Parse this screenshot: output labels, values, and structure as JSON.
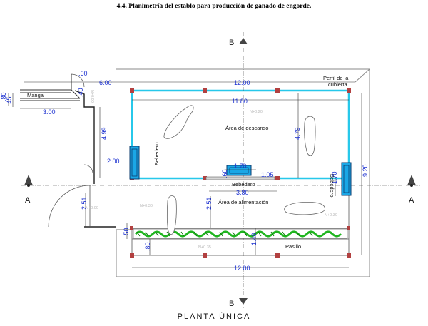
{
  "title": "4.4. Planimetría del establo para producción de ganado de engorde.",
  "footer": "PLANTA ÚNICA",
  "section_marks": {
    "a_left": "A",
    "a_right": "A",
    "b_top": "B",
    "b_bottom": "B"
  },
  "rooms": {
    "descanso": "Área de descanso",
    "alimentacion": "Área de alimentación",
    "pasillo": "Pasillo",
    "manga": "Manga",
    "bebedero_left": "Bebedero",
    "bebedero_center": "Bebedero",
    "bebedero_right": "Bebedero"
  },
  "notes": {
    "perfil_line1": "Perfil de la",
    "perfil_line2": "cubierta"
  },
  "levels": {
    "descanso": "N+0.20",
    "alimentacion": "N+0.30",
    "pasillo": "N+0.35",
    "manga": "N+0.00",
    "entrada": "N+0.00",
    "right": "N+0.30"
  },
  "dimensions": {
    "top_outer": "12.00",
    "top_inner": "11.80",
    "bottom_outer": "12.00",
    "manga_width": "6.00",
    "door_top": ".60",
    "manga_h1": ".80",
    "manga_h2": ".45",
    "manga_depth": "3.00",
    "manga_gap": ".40",
    "left_wall": "4.99",
    "bebedero_w": "2.00",
    "rest_height": "4.79",
    "total_height": "9.20",
    "feed_w": "1.70",
    "feed_h": ".60",
    "feed_side": "1.05",
    "feed_base": "3.80",
    "right_drink": "1.70",
    "feed_depth": "2.51",
    "entry_depth": "2.51",
    "trough_gap": ".50",
    "corridor_a": ".80",
    "corridor_b": "1.40"
  },
  "colors": {
    "dimension": "#1a2fd0",
    "wall_cyan": "#27c8ea",
    "pillar": "#b24040",
    "vegetation": "#1fb51f",
    "water": "#1aa7e6"
  }
}
